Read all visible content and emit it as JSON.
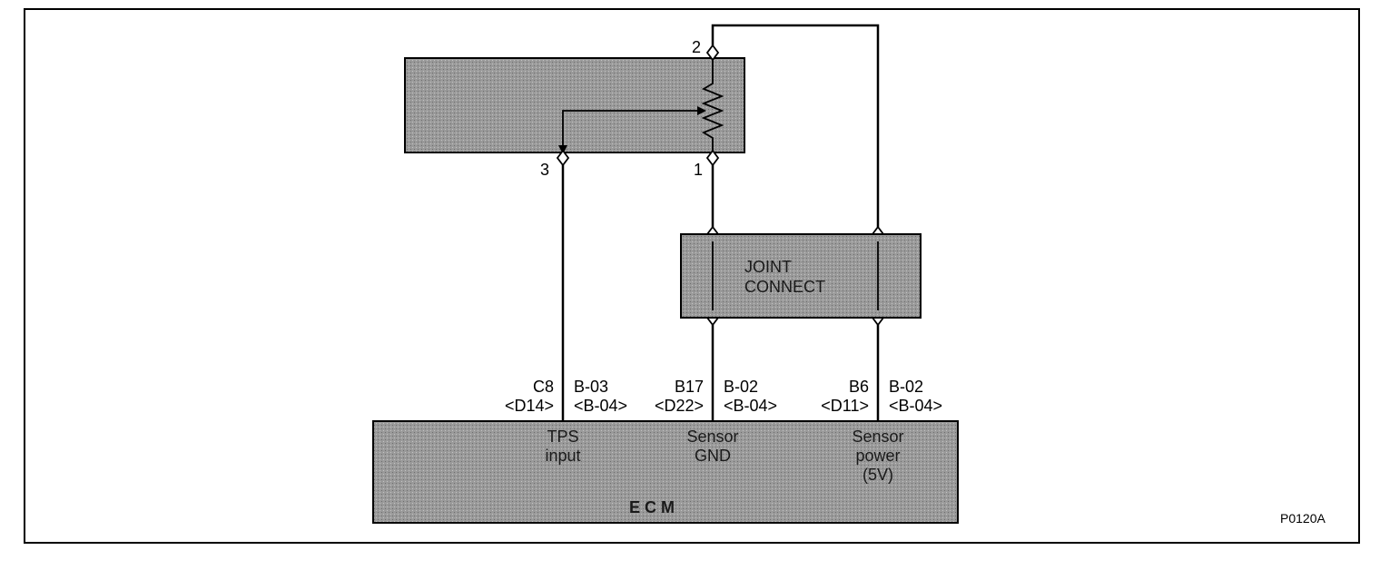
{
  "sensor": {
    "pins": {
      "p1": "1",
      "p2": "2",
      "p3": "3"
    }
  },
  "joint_connector": {
    "line1": "JOINT",
    "line2": "CONNECT"
  },
  "wires": {
    "tps": {
      "pin": "C8",
      "connector": "B-03",
      "alt_connector": "<D14>",
      "alt_connector2": "<B-04>"
    },
    "gnd": {
      "pin": "B17",
      "connector": "B-02",
      "alt_connector": "<D22>",
      "alt_connector2": "<B-04>"
    },
    "pwr": {
      "pin": "B6",
      "connector": "B-02",
      "alt_connector": "<D11>",
      "alt_connector2": "<B-04>"
    }
  },
  "ecm": {
    "title": "E C M",
    "tps_l1": "TPS",
    "tps_l2": "input",
    "gnd_l1": "Sensor",
    "gnd_l2": "GND",
    "pwr_l1": "Sensor",
    "pwr_l2": "power",
    "pwr_l3": "(5V)"
  },
  "figure_code": "P0120A"
}
